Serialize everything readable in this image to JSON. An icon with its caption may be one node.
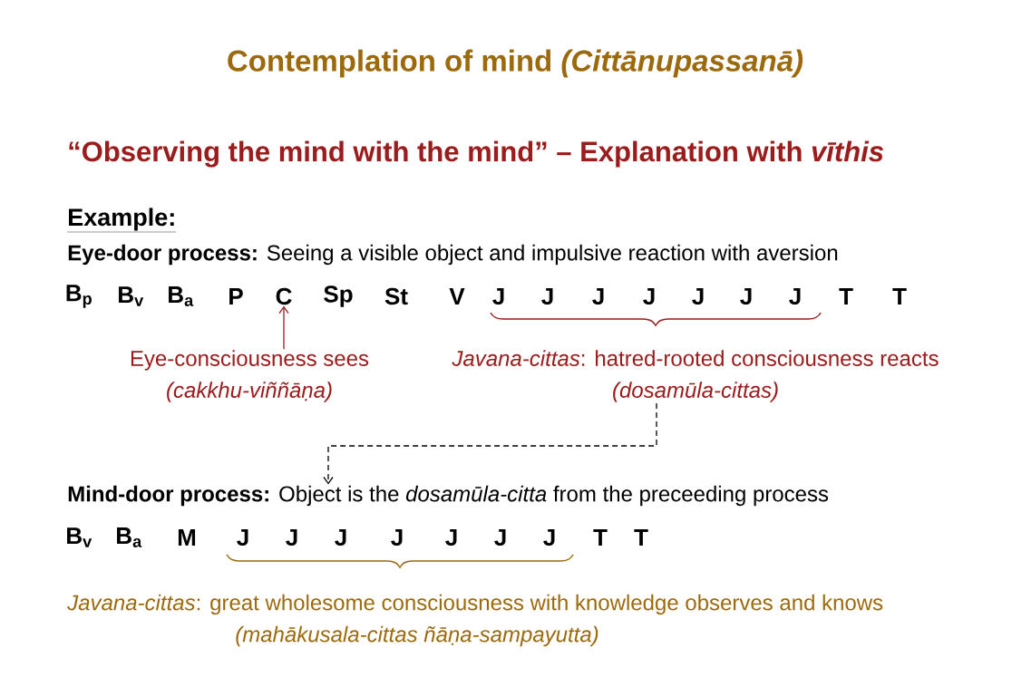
{
  "diagram": {
    "title": "Contemplation of mind *(Cittānupassanā)*",
    "nodes": [
      {
        "text": [
          "C"
        ]
      },
      {
        "text": [
          "Eye-consciousness sees",
          "(cakkhu-viññāṇa)"
        ]
      },
      {
        "text": [
          "*Javana-cittas*: hatred-rooted consciousness reacts",
          "(dosamūla-cittas)"
        ]
      },
      {
        "text": [
          "**Mind-door process:** Object is the *dosamūla-citta* from the preceeding process"
        ]
      }
    ],
    "edges": [
      {
        "from": 1,
        "to": 0,
        "arrow": "to",
        "color": "#9b1c1c"
      },
      {
        "from": 2,
        "to": 3,
        "arrow": "to",
        "style": "dashed",
        "color": "#000000"
      }
    ],
    "labels": [
      "“Observing the mind with the mind” – Explanation with *vīthis*",
      "Example:",
      "**Eye-door process:** Seeing a visible object and impulsive reaction with aversion",
      "B$_{p}$",
      "B$_{v}$",
      "B$_{a}$",
      "P",
      "Sp",
      "St",
      "V",
      "J",
      "J",
      "J",
      "J",
      "J",
      "J",
      "J",
      "T",
      "T",
      "B$_{v}$",
      "B$_{a}$",
      "M",
      "J",
      "J",
      "J",
      "J",
      "J",
      "J",
      "J",
      "T",
      "T",
      "*Javana-cittas*: great wholesome consciousness with knowledge observes and knows",
      "(mahākusala-cittas ñāṇa-sampayutta)"
    ]
  }
}
